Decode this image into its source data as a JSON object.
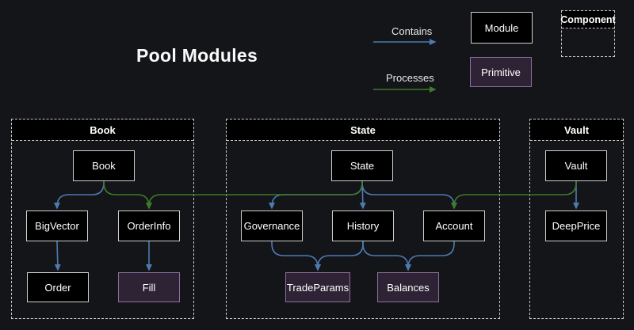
{
  "title": "Pool Modules",
  "colors": {
    "contains": "#4d7bb0",
    "processes": "#3e7a2b",
    "background": "#141519",
    "node_fill": "#000000",
    "node_border": "#cfcfcf",
    "primitive_fill": "#2e2335",
    "primitive_border": "#8a6c9e"
  },
  "legend": {
    "contains_label": "Contains",
    "processes_label": "Processes",
    "module_label": "Module",
    "primitive_label": "Primitive",
    "component_label": "Component"
  },
  "containers": {
    "book": {
      "label": "Book"
    },
    "state": {
      "label": "State"
    },
    "vault": {
      "label": "Vault"
    }
  },
  "nodes": {
    "book": {
      "label": "Book",
      "variant": "module"
    },
    "bigvector": {
      "label": "BigVector",
      "variant": "module"
    },
    "orderinfo": {
      "label": "OrderInfo",
      "variant": "module"
    },
    "order": {
      "label": "Order",
      "variant": "module"
    },
    "fill": {
      "label": "Fill",
      "variant": "primitive"
    },
    "state": {
      "label": "State",
      "variant": "module"
    },
    "governance": {
      "label": "Governance",
      "variant": "module"
    },
    "history": {
      "label": "History",
      "variant": "module"
    },
    "account": {
      "label": "Account",
      "variant": "module"
    },
    "tradeparams": {
      "label": "TradeParams",
      "variant": "primitive"
    },
    "balances": {
      "label": "Balances",
      "variant": "primitive"
    },
    "vault": {
      "label": "Vault",
      "variant": "module"
    },
    "deepprice": {
      "label": "DeepPrice",
      "variant": "module"
    }
  },
  "edges": [
    {
      "from": "book",
      "to": "bigvector",
      "type": "contains"
    },
    {
      "from": "book",
      "to": "orderinfo",
      "type": "processes"
    },
    {
      "from": "bigvector",
      "to": "order",
      "type": "contains"
    },
    {
      "from": "orderinfo",
      "to": "fill",
      "type": "contains"
    },
    {
      "from": "state",
      "to": "governance",
      "type": "contains"
    },
    {
      "from": "state",
      "to": "history",
      "type": "contains"
    },
    {
      "from": "state",
      "to": "account",
      "type": "contains"
    },
    {
      "from": "state",
      "to": "orderinfo",
      "type": "processes"
    },
    {
      "from": "governance",
      "to": "tradeparams",
      "type": "contains"
    },
    {
      "from": "history",
      "to": "tradeparams",
      "type": "contains"
    },
    {
      "from": "history",
      "to": "balances",
      "type": "contains"
    },
    {
      "from": "account",
      "to": "balances",
      "type": "contains"
    },
    {
      "from": "vault",
      "to": "deepprice",
      "type": "contains"
    },
    {
      "from": "vault",
      "to": "account",
      "type": "processes"
    }
  ]
}
